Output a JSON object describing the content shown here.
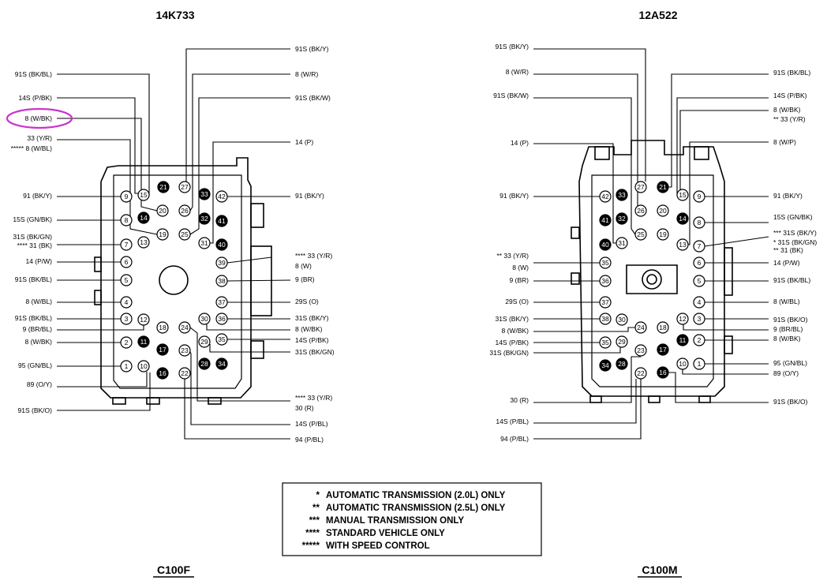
{
  "left": {
    "title": "14K733",
    "subtitle": "C100F",
    "labels_left": [
      {
        "id": "l-91s-bkbl",
        "text": "91S (BK/BL)",
        "pin": 15
      },
      {
        "id": "l-14s-pbk",
        "text": "14S (P/BK)",
        "pin": 15
      },
      {
        "id": "l-8-wbk",
        "text": "8 (W/BK)",
        "pin": 20
      },
      {
        "id": "l-33-yr",
        "text": "33 (Y/R)",
        "pin": 19
      },
      {
        "id": "l-8-wbl-5",
        "text": "***** 8 (W/BL)",
        "pin": 19
      },
      {
        "id": "l-91-bky",
        "text": "91 (BK/Y)",
        "pin": 9
      },
      {
        "id": "l-15s-gnbk",
        "text": "15S (GN/BK)",
        "pin": 8
      },
      {
        "id": "l-31s-bkgn",
        "text": "31S (BK/GN)",
        "pin": 7
      },
      {
        "id": "l-31-bk-4",
        "text": "**** 31 (BK)",
        "pin": 7
      },
      {
        "id": "l-14-pw",
        "text": "14 (P/W)",
        "pin": 6
      },
      {
        "id": "l-91s-bkbl2",
        "text": "91S (BK/BL)",
        "pin": 5
      },
      {
        "id": "l-8-wbl",
        "text": "8 (W/BL)",
        "pin": 4
      },
      {
        "id": "l-91s-bkbl3",
        "text": "91S (BK/BL)",
        "pin": 3
      },
      {
        "id": "l-9-brbl",
        "text": "9 (BR/BL)",
        "pin": 12
      },
      {
        "id": "l-8-wbk2",
        "text": "8 (W/BK)",
        "pin": 2
      },
      {
        "id": "l-95-gnbl",
        "text": "95 (GN/BL)",
        "pin": 1
      },
      {
        "id": "l-89-oy",
        "text": "89 (O/Y)",
        "pin": 10
      },
      {
        "id": "l-91s-bko",
        "text": "91S (BK/O)",
        "pin": 10
      }
    ],
    "labels_right": [
      {
        "id": "r-91s-bky",
        "text": "91S (BK/Y)",
        "pin": 27
      },
      {
        "id": "r-8-wr",
        "text": "8 (W/R)",
        "pin": 26
      },
      {
        "id": "r-91s-bkw",
        "text": "91S (BK/W)",
        "pin": 25
      },
      {
        "id": "r-14-p",
        "text": "14 (P)",
        "pin": 31
      },
      {
        "id": "r-91-bky",
        "text": "91 (BK/Y)",
        "pin": 42
      },
      {
        "id": "r-33-yr-4",
        "text": "**** 33 (Y/R)",
        "pin": 39
      },
      {
        "id": "r-8-w",
        "text": "8 (W)",
        "pin": 39
      },
      {
        "id": "r-9-br",
        "text": "9 (BR)",
        "pin": 38
      },
      {
        "id": "r-29s-o",
        "text": "29S (O)",
        "pin": 37
      },
      {
        "id": "r-31s-bky",
        "text": "31S (BK/Y)",
        "pin": 36
      },
      {
        "id": "r-8-wbk",
        "text": "8 (W/BK)",
        "pin": 30
      },
      {
        "id": "r-14s-pbk",
        "text": "14S (P/BK)",
        "pin": 35
      },
      {
        "id": "r-31s-bkgn",
        "text": "31S (BK/GN)",
        "pin": 29
      },
      {
        "id": "r-33-yr-b",
        "text": "**** 33 (Y/R)",
        "pin": 24
      },
      {
        "id": "r-30-r",
        "text": "30 (R)",
        "pin": 24
      },
      {
        "id": "r-14s-pbl",
        "text": "14S (P/BL)",
        "pin": 23
      },
      {
        "id": "r-94-pbl",
        "text": "94 (P/BL)",
        "pin": 22
      }
    ]
  },
  "right": {
    "title": "12A522",
    "subtitle": "C100M",
    "labels_left": [
      {
        "id": "m-91s-bky",
        "text": "91S (BK/Y)",
        "pin": 27
      },
      {
        "id": "m-8-wr",
        "text": "8 (W/R)",
        "pin": 26
      },
      {
        "id": "m-91s-bkw",
        "text": "91S (BK/W)",
        "pin": 25
      },
      {
        "id": "m-14-p",
        "text": "14 (P)",
        "pin": 31
      },
      {
        "id": "m-91-bky",
        "text": "91 (BK/Y)",
        "pin": 42
      },
      {
        "id": "m-33-yr-2",
        "text": "** 33 (Y/R)",
        "pin": 35
      },
      {
        "id": "m-8-w",
        "text": "8 (W)",
        "pin": 35
      },
      {
        "id": "m-9-br",
        "text": "9 (BR)",
        "pin": 36
      },
      {
        "id": "m-29s-o",
        "text": "29S (O)",
        "pin": 37
      },
      {
        "id": "m-31s-bky",
        "text": "31S (BK/Y)",
        "pin": 38
      },
      {
        "id": "m-8-wbk",
        "text": "8 (W/BK)",
        "pin": 24
      },
      {
        "id": "m-14s-pbk",
        "text": "14S (P/BK)",
        "pin": 35
      },
      {
        "id": "m-31s-bkgn",
        "text": "31S (BK/GN)",
        "pin": 29
      },
      {
        "id": "m-30-r",
        "text": "30 (R)",
        "pin": 24
      },
      {
        "id": "m-14s-pbl",
        "text": "14S (P/BL)",
        "pin": 23
      },
      {
        "id": "m-94-pbl",
        "text": "94 (P/BL)",
        "pin": 22
      }
    ],
    "labels_right": [
      {
        "id": "n-91s-bkbl",
        "text": "91S (BK/BL)",
        "pin": 21
      },
      {
        "id": "n-14s-pbk",
        "text": "14S (P/BK)",
        "pin": 15
      },
      {
        "id": "n-8-wbk",
        "text": "8 (W/BK)",
        "pin": 15
      },
      {
        "id": "n-33-yr-2",
        "text": "** 33 (Y/R)",
        "pin": 19
      },
      {
        "id": "n-8-wp",
        "text": "8 (W/P)",
        "pin": 13
      },
      {
        "id": "n-91-bky",
        "text": "91 (BK/Y)",
        "pin": 9
      },
      {
        "id": "n-15s-gnbk",
        "text": "15S (GN/BK)",
        "pin": 8
      },
      {
        "id": "n-31s-bky-3",
        "text": "*** 31S (BK/Y)",
        "pin": 7
      },
      {
        "id": "n-31s-bkgn-1",
        "text": "* 31S (BK/GN)",
        "pin": 7
      },
      {
        "id": "n-31-bk-2",
        "text": "** 31 (BK)",
        "pin": 7
      },
      {
        "id": "n-14-pw",
        "text": "14 (P/W)",
        "pin": 6
      },
      {
        "id": "n-91s-bkbl2",
        "text": "91S (BK/BL)",
        "pin": 5
      },
      {
        "id": "n-8-wbl",
        "text": "8 (W/BL)",
        "pin": 4
      },
      {
        "id": "n-91s-bko",
        "text": "91S (BK/O)",
        "pin": 3
      },
      {
        "id": "n-9-brbl",
        "text": "9 (BR/BL)",
        "pin": 12
      },
      {
        "id": "n-8-wbk2",
        "text": "8 (W/BK)",
        "pin": 2
      },
      {
        "id": "n-95-gnbl",
        "text": "95 (GN/BL)",
        "pin": 1
      },
      {
        "id": "n-89-oy",
        "text": "89 (O/Y)",
        "pin": 10
      },
      {
        "id": "n-91s-bko2",
        "text": "91S (BK/O)",
        "pin": 16
      }
    ]
  },
  "legend": [
    {
      "mark": "*",
      "text": "AUTOMATIC TRANSMISSION (2.0L) ONLY"
    },
    {
      "mark": "**",
      "text": "AUTOMATIC TRANSMISSION (2.5L) ONLY"
    },
    {
      "mark": "***",
      "text": "MANUAL TRANSMISSION ONLY"
    },
    {
      "mark": "****",
      "text": "STANDARD VEHICLE ONLY"
    },
    {
      "mark": "*****",
      "text": "WITH SPEED CONTROL"
    }
  ],
  "pins": {
    "left_filled": [
      21,
      33,
      14,
      32,
      41,
      40,
      11,
      17,
      16,
      28,
      34
    ],
    "right_filled": [
      21,
      33,
      41,
      32,
      14,
      40,
      11,
      17,
      16,
      28,
      34
    ],
    "numbers": [
      "1",
      "2",
      "3",
      "4",
      "5",
      "6",
      "7",
      "8",
      "9",
      "10",
      "11",
      "12",
      "13",
      "14",
      "15",
      "16",
      "17",
      "18",
      "19",
      "20",
      "21",
      "22",
      "23",
      "24",
      "25",
      "26",
      "27",
      "28",
      "29",
      "30",
      "31",
      "32",
      "33",
      "34",
      "35",
      "36",
      "37",
      "38",
      "39",
      "40",
      "41",
      "42"
    ]
  },
  "highlight": {
    "label": "8 (W/BK)",
    "color": "#cc33cc"
  },
  "colors": {
    "line": "#000000",
    "background": "#ffffff",
    "highlight": "#cc33cc"
  }
}
